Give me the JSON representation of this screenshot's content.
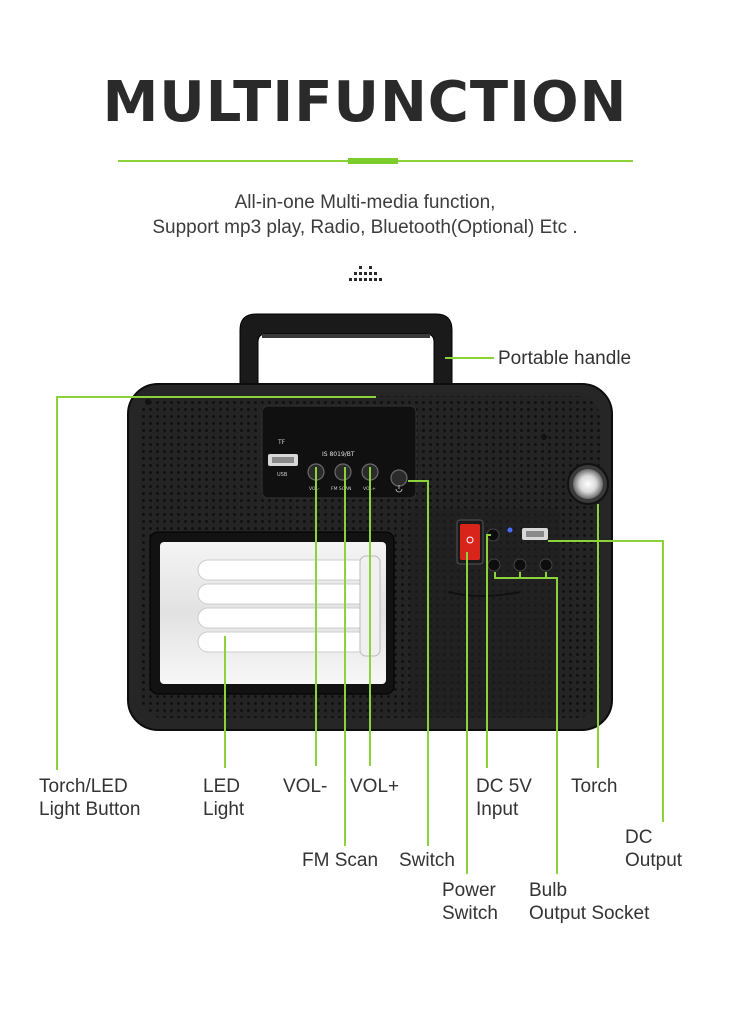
{
  "header": {
    "title": "MULTIFUNCTION",
    "subtitle_line1": "All-in-one Multi-media function,",
    "subtitle_line2": "Support mp3 play, Radio, Bluetooth(Optional) Etc ."
  },
  "panel": {
    "slot_label": "TF",
    "usb_label": "USB",
    "model_label": "IS 8019/BT",
    "vol_minus": "VOL-",
    "fm_scan": "FM SCAN",
    "vol_plus": "VOL+"
  },
  "colors": {
    "accent": "#8cd23b",
    "device_body": "#262626"
  },
  "icons": {
    "equalizer": "equalizer-icon"
  },
  "callouts": {
    "portable_handle": "Portable handle",
    "torch_led_button_1": "Torch/LED",
    "torch_led_button_2": "Light  Button",
    "led_light_1": "LED",
    "led_light_2": "Light",
    "vol_minus": "VOL-",
    "vol_plus": "VOL+",
    "dc5v_1": "DC 5V",
    "dc5v_2": "Input",
    "torch": "Torch",
    "dc_output_1": "DC",
    "dc_output_2": "Output",
    "fm_scan": "FM Scan",
    "switch": "Switch",
    "power_switch_1": "Power",
    "power_switch_2": "Switch",
    "bulb_socket_1": "Bulb",
    "bulb_socket_2": "Output Socket"
  }
}
